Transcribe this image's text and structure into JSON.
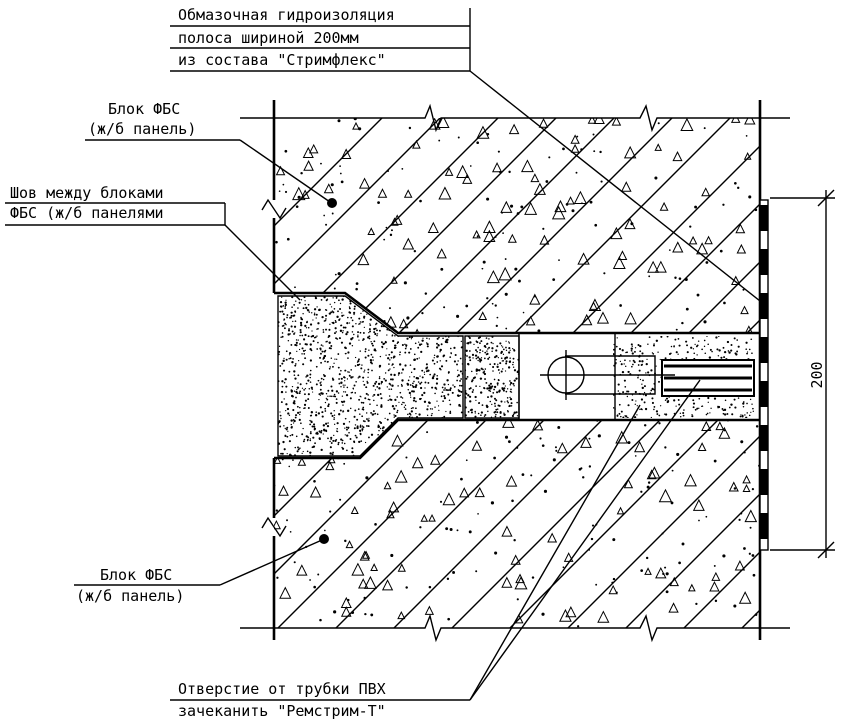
{
  "labels": {
    "waterproofing": {
      "line1": "Обмазочная гидроизоляция",
      "line2": "полоса шириной 200мм",
      "line3": "из состава \"Стримфлекс\""
    },
    "block_top": {
      "line1": "Блок ФБС",
      "line2": "(ж/б панель)"
    },
    "joint": {
      "line1": "Шов между блоками",
      "line2": "ФБС (ж/б панелями"
    },
    "block_bottom": {
      "line1": "Блок ФБС",
      "line2": "(ж/б панель)"
    },
    "pvc_hole": {
      "line1": "Отверстие от трубки ПВХ",
      "line2": "зачеканить \"Ремстрим-Т\""
    }
  },
  "dimension": {
    "value": "200"
  }
}
